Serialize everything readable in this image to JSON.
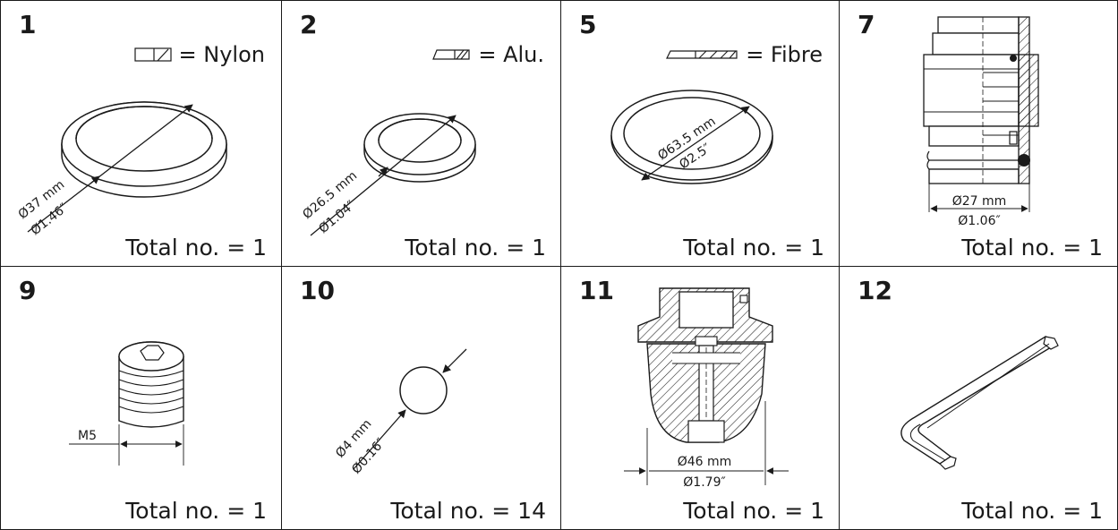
{
  "parts": [
    {
      "number": "1",
      "material": "= Nylon",
      "dim_mm": "Ø37 mm",
      "dim_in": "Ø1.46″",
      "total": "Total no. = 1"
    },
    {
      "number": "2",
      "material": "= Alu.",
      "dim_mm": "Ø26.5 mm",
      "dim_in": "Ø1.04″",
      "total": "Total no. = 1"
    },
    {
      "number": "5",
      "material": "= Fibre",
      "dim_mm": "Ø63.5 mm",
      "dim_in": "Ø2.5″",
      "total": "Total no. = 1"
    },
    {
      "number": "7",
      "dim_mm": "Ø27 mm",
      "dim_in": "Ø1.06″",
      "total": "Total no. = 1"
    },
    {
      "number": "9",
      "thread": "M5",
      "total": "Total no. = 1"
    },
    {
      "number": "10",
      "dim_mm": "Ø4 mm",
      "dim_in": "Ø0.16″",
      "total": "Total no. = 14"
    },
    {
      "number": "11",
      "dim_mm": "Ø46 mm",
      "dim_in": "Ø1.79″",
      "total": "Total no. = 1"
    },
    {
      "number": "12",
      "total": "Total no. = 1"
    }
  ]
}
